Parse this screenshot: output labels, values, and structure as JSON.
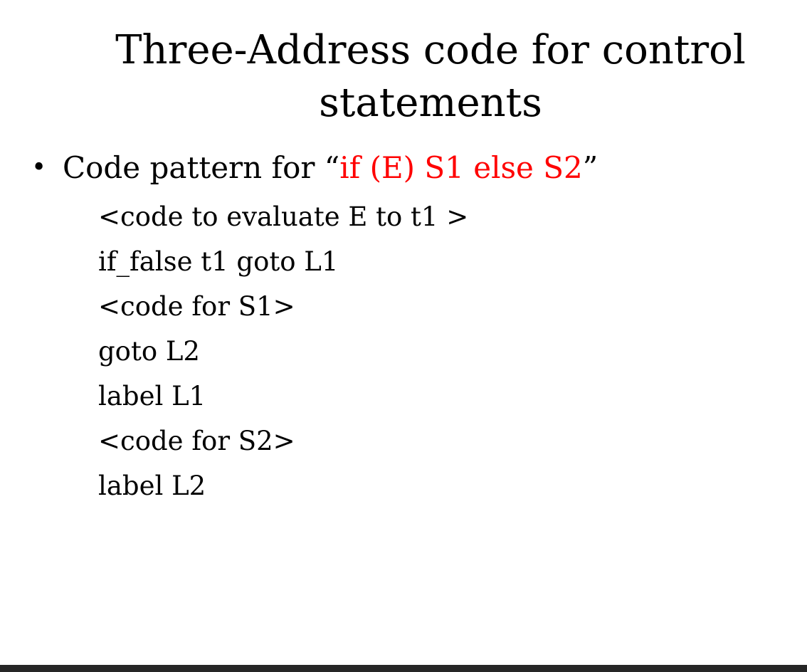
{
  "title": {
    "line1": "Three-Address code for control",
    "line2": "statements"
  },
  "bullet": {
    "symbol": "•",
    "prefix": "Code pattern for “",
    "highlight": "if  (E)  S1 else S2",
    "suffix": "”",
    "highlight_color": "#ff0000"
  },
  "code_lines": [
    "<code to evaluate E to t1 >",
    "if_false t1 goto L1",
    "<code for S1>",
    "goto L2",
    "label L1",
    "<code for S2>",
    "label L2"
  ],
  "colors": {
    "background": "#ffffff",
    "text": "#000000",
    "bottom_bar": "#262626"
  }
}
